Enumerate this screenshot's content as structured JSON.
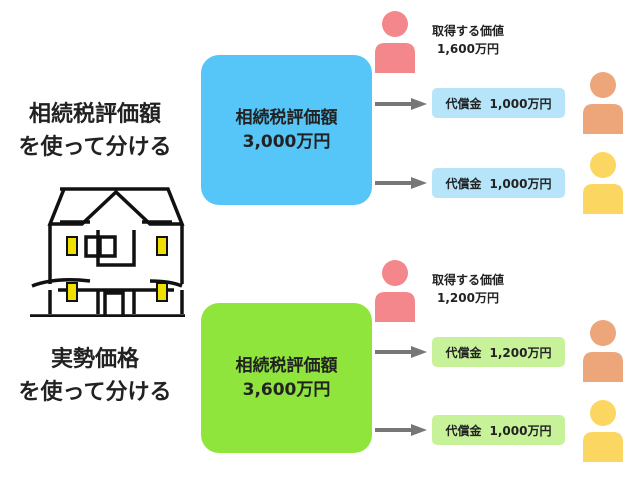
{
  "left": {
    "top_heading": [
      "相続税評価額",
      "を使って分ける"
    ],
    "bottom_heading": [
      "実勢価格",
      "を使って分ける"
    ]
  },
  "top": {
    "box": {
      "title": "相続税評価額",
      "amount": "3,000万円",
      "color": "#55c6f7"
    },
    "acquired": {
      "label": "取得する価値",
      "amount": "1,600万円"
    },
    "payments": [
      {
        "label": "代償金",
        "amount": "1,000万円"
      },
      {
        "label": "代償金",
        "amount": "1,000万円"
      }
    ],
    "label_color": "#b6e4f8"
  },
  "bottom": {
    "box": {
      "title": "相続税評価額",
      "amount": "3,600万円",
      "color": "#8fe53c"
    },
    "acquired": {
      "label": "取得する価値",
      "amount": "1,200万円"
    },
    "payments": [
      {
        "label": "代償金",
        "amount": "1,200万円"
      },
      {
        "label": "代償金",
        "amount": "1,000万円"
      }
    ],
    "label_color": "#c8f29a"
  },
  "person_colors": {
    "heir1": "#f4878b",
    "heir2": "#eda57a",
    "heir3": "#fbd660"
  }
}
